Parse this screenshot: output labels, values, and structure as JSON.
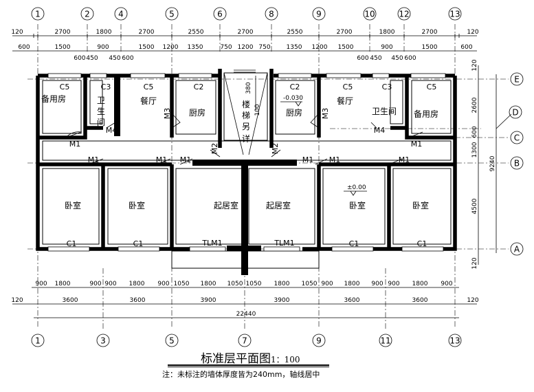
{
  "axes_top": [
    "1",
    "2",
    "4",
    "5",
    "6",
    "8",
    "9",
    "10",
    "12",
    "13"
  ],
  "axes_bottom": [
    "1",
    "3",
    "5",
    "7",
    "9",
    "11",
    "13"
  ],
  "axes_right": [
    "E",
    "D",
    "C",
    "B",
    "A"
  ],
  "dims_top_row1": [
    "120",
    "2700",
    "1800",
    "2700",
    "2550",
    "2700",
    "2550",
    "2700",
    "1800",
    "2700",
    "120"
  ],
  "dims_top_row2": [
    "600",
    "1500",
    "900",
    "1500",
    "1200",
    "1350",
    "750",
    "1200",
    "750",
    "1350",
    "1200",
    "1500",
    "900",
    "1500",
    "600"
  ],
  "dims_top_row2b": [
    "600",
    "450",
    "450",
    "600",
    "600",
    "450",
    "450",
    "600"
  ],
  "dims_bottom_row1": [
    "900",
    "1800",
    "900",
    "900",
    "1800",
    "900",
    "1050",
    "1800",
    "1050",
    "1050",
    "1800",
    "1050",
    "900",
    "1800",
    "900",
    "900",
    "1800",
    "900"
  ],
  "dims_bottom_row2": [
    "120",
    "3600",
    "3600",
    "3900",
    "3900",
    "3600",
    "3600",
    "120"
  ],
  "dims_bottom_total": "22440",
  "dims_right": [
    "120",
    "2600",
    "600",
    "1300",
    "4500",
    "120"
  ],
  "dims_right_total": "9240",
  "rooms": {
    "spare_room": "备用房",
    "bath_wei": "卫",
    "bath_sheng": "生",
    "bath_jian": "间",
    "dining": "餐厅",
    "kitchen": "厨房",
    "stair_1": "楼",
    "stair_2": "梯",
    "stair_3": "另",
    "stair_4": "详",
    "bathroom": "卫生间",
    "bedroom": "卧室",
    "living": "起居室"
  },
  "tags": {
    "c5": "C5",
    "c3": "C3",
    "c2": "C2",
    "c1": "C1",
    "m1": "M1",
    "m2": "M2",
    "m3": "M3",
    "m4": "M4",
    "tlm1": "TLM1"
  },
  "stair_dims": [
    "380",
    "100"
  ],
  "elevations": [
    "-0.030",
    "±0.00"
  ],
  "title": "标准层平面图",
  "scale": "1：100",
  "note": "注：未标注的墙体厚度皆为240mm，轴线居中"
}
